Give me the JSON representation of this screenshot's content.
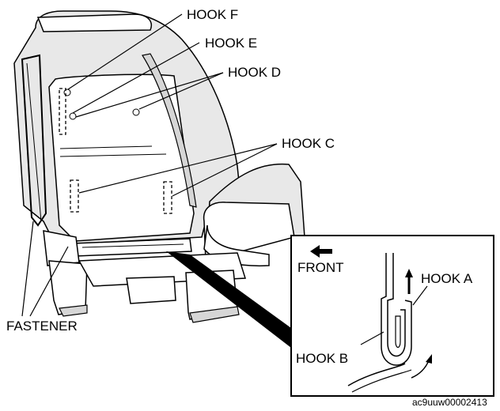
{
  "labels": {
    "hook_f": "HOOK F",
    "hook_e": "HOOK E",
    "hook_d": "HOOK D",
    "hook_c": "HOOK C",
    "fastener": "FASTENER",
    "front": "FRONT",
    "hook_a": "HOOK A",
    "hook_b": "HOOK B"
  },
  "image_code": "ac9uuw00002413"
}
